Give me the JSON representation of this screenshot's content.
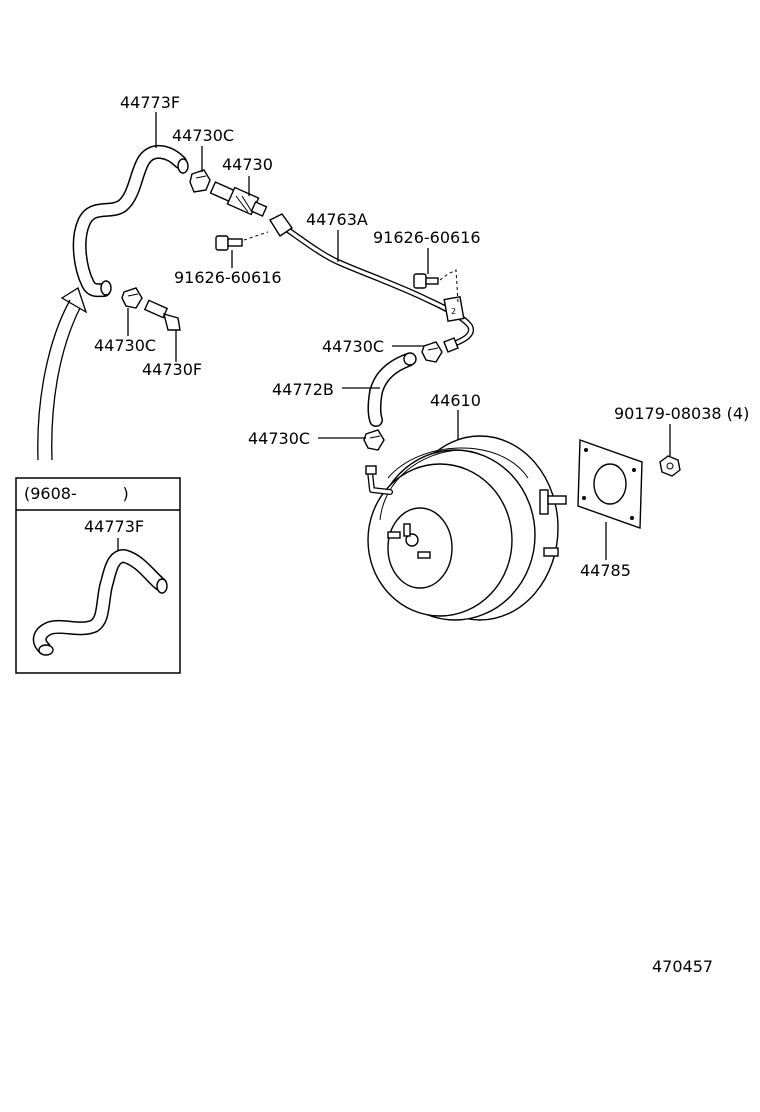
{
  "parts": {
    "hose_upper": "44773F",
    "clamp_top": "44730C",
    "check_valve": "44730",
    "vacuum_pipe": "44763A",
    "bolt_right": "91626-60616",
    "bolt_left": "91626-60616",
    "clamp_left": "44730C",
    "union_left": "44730F",
    "clamp_mid": "44730C",
    "hose_lower": "44772B",
    "booster": "44610",
    "clamp_lower": "44730C",
    "nut": "90179-08038 (4)",
    "gasket": "44785"
  },
  "inset": {
    "range_label": "(9608-         )",
    "hose_label": "44773F"
  },
  "figure_id": "470457"
}
